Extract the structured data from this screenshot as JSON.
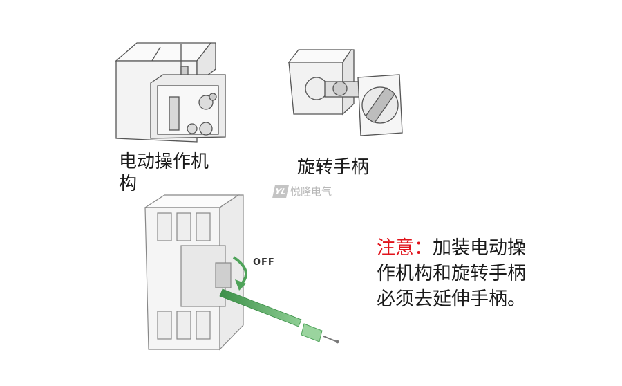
{
  "labels": {
    "motor_mechanism": "电动操作机构",
    "rotary_handle": "旋转手柄"
  },
  "watermark": {
    "logo": "YL",
    "text": "悦隆电气"
  },
  "breaker": {
    "off_label": "OFF"
  },
  "note": {
    "heading": "注意：",
    "body": "加装电动操作机构和旋转手柄必须去延伸手柄。"
  },
  "colors": {
    "note_heading": "#e1141c",
    "arrow_green": "#4fa35a",
    "line_art": "#555555"
  }
}
